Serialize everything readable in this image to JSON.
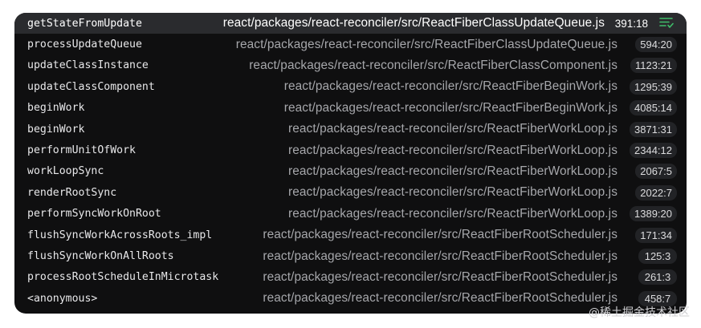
{
  "call_stack": [
    {
      "function": "getStateFromUpdate",
      "file": "react/packages/react-reconciler/src/ReactFiberClassUpdateQueue.js",
      "location": "391:18",
      "selected": true
    },
    {
      "function": "processUpdateQueue",
      "file": "react/packages/react-reconciler/src/ReactFiberClassUpdateQueue.js",
      "location": "594:20"
    },
    {
      "function": "updateClassInstance",
      "file": "react/packages/react-reconciler/src/ReactFiberClassComponent.js",
      "location": "1123:21"
    },
    {
      "function": "updateClassComponent",
      "file": "react/packages/react-reconciler/src/ReactFiberBeginWork.js",
      "location": "1295:39"
    },
    {
      "function": "beginWork",
      "file": "react/packages/react-reconciler/src/ReactFiberBeginWork.js",
      "location": "4085:14"
    },
    {
      "function": "beginWork",
      "file": "react/packages/react-reconciler/src/ReactFiberWorkLoop.js",
      "location": "3871:31"
    },
    {
      "function": "performUnitOfWork",
      "file": "react/packages/react-reconciler/src/ReactFiberWorkLoop.js",
      "location": "2344:12"
    },
    {
      "function": "workLoopSync",
      "file": "react/packages/react-reconciler/src/ReactFiberWorkLoop.js",
      "location": "2067:5"
    },
    {
      "function": "renderRootSync",
      "file": "react/packages/react-reconciler/src/ReactFiberWorkLoop.js",
      "location": "2022:7"
    },
    {
      "function": "performSyncWorkOnRoot",
      "file": "react/packages/react-reconciler/src/ReactFiberWorkLoop.js",
      "location": "1389:20"
    },
    {
      "function": "flushSyncWorkAcrossRoots_impl",
      "file": "react/packages/react-reconciler/src/ReactFiberRootScheduler.js",
      "location": "171:34"
    },
    {
      "function": "flushSyncWorkOnAllRoots",
      "file": "react/packages/react-reconciler/src/ReactFiberRootScheduler.js",
      "location": "125:3"
    },
    {
      "function": "processRootScheduleInMicrotask",
      "file": "react/packages/react-reconciler/src/ReactFiberRootScheduler.js",
      "location": "261:3"
    },
    {
      "function": "<anonymous>",
      "file": "react/packages/react-reconciler/src/ReactFiberRootScheduler.js",
      "location": "458:7"
    }
  ],
  "icons": {
    "selected_row": "filter-lines-icon"
  },
  "colors": {
    "panel_background": "#0f0f10",
    "selected_row": "#2a2b2e",
    "accent": "#3fbf6a"
  },
  "watermark": "@稀土掘金技术社区"
}
